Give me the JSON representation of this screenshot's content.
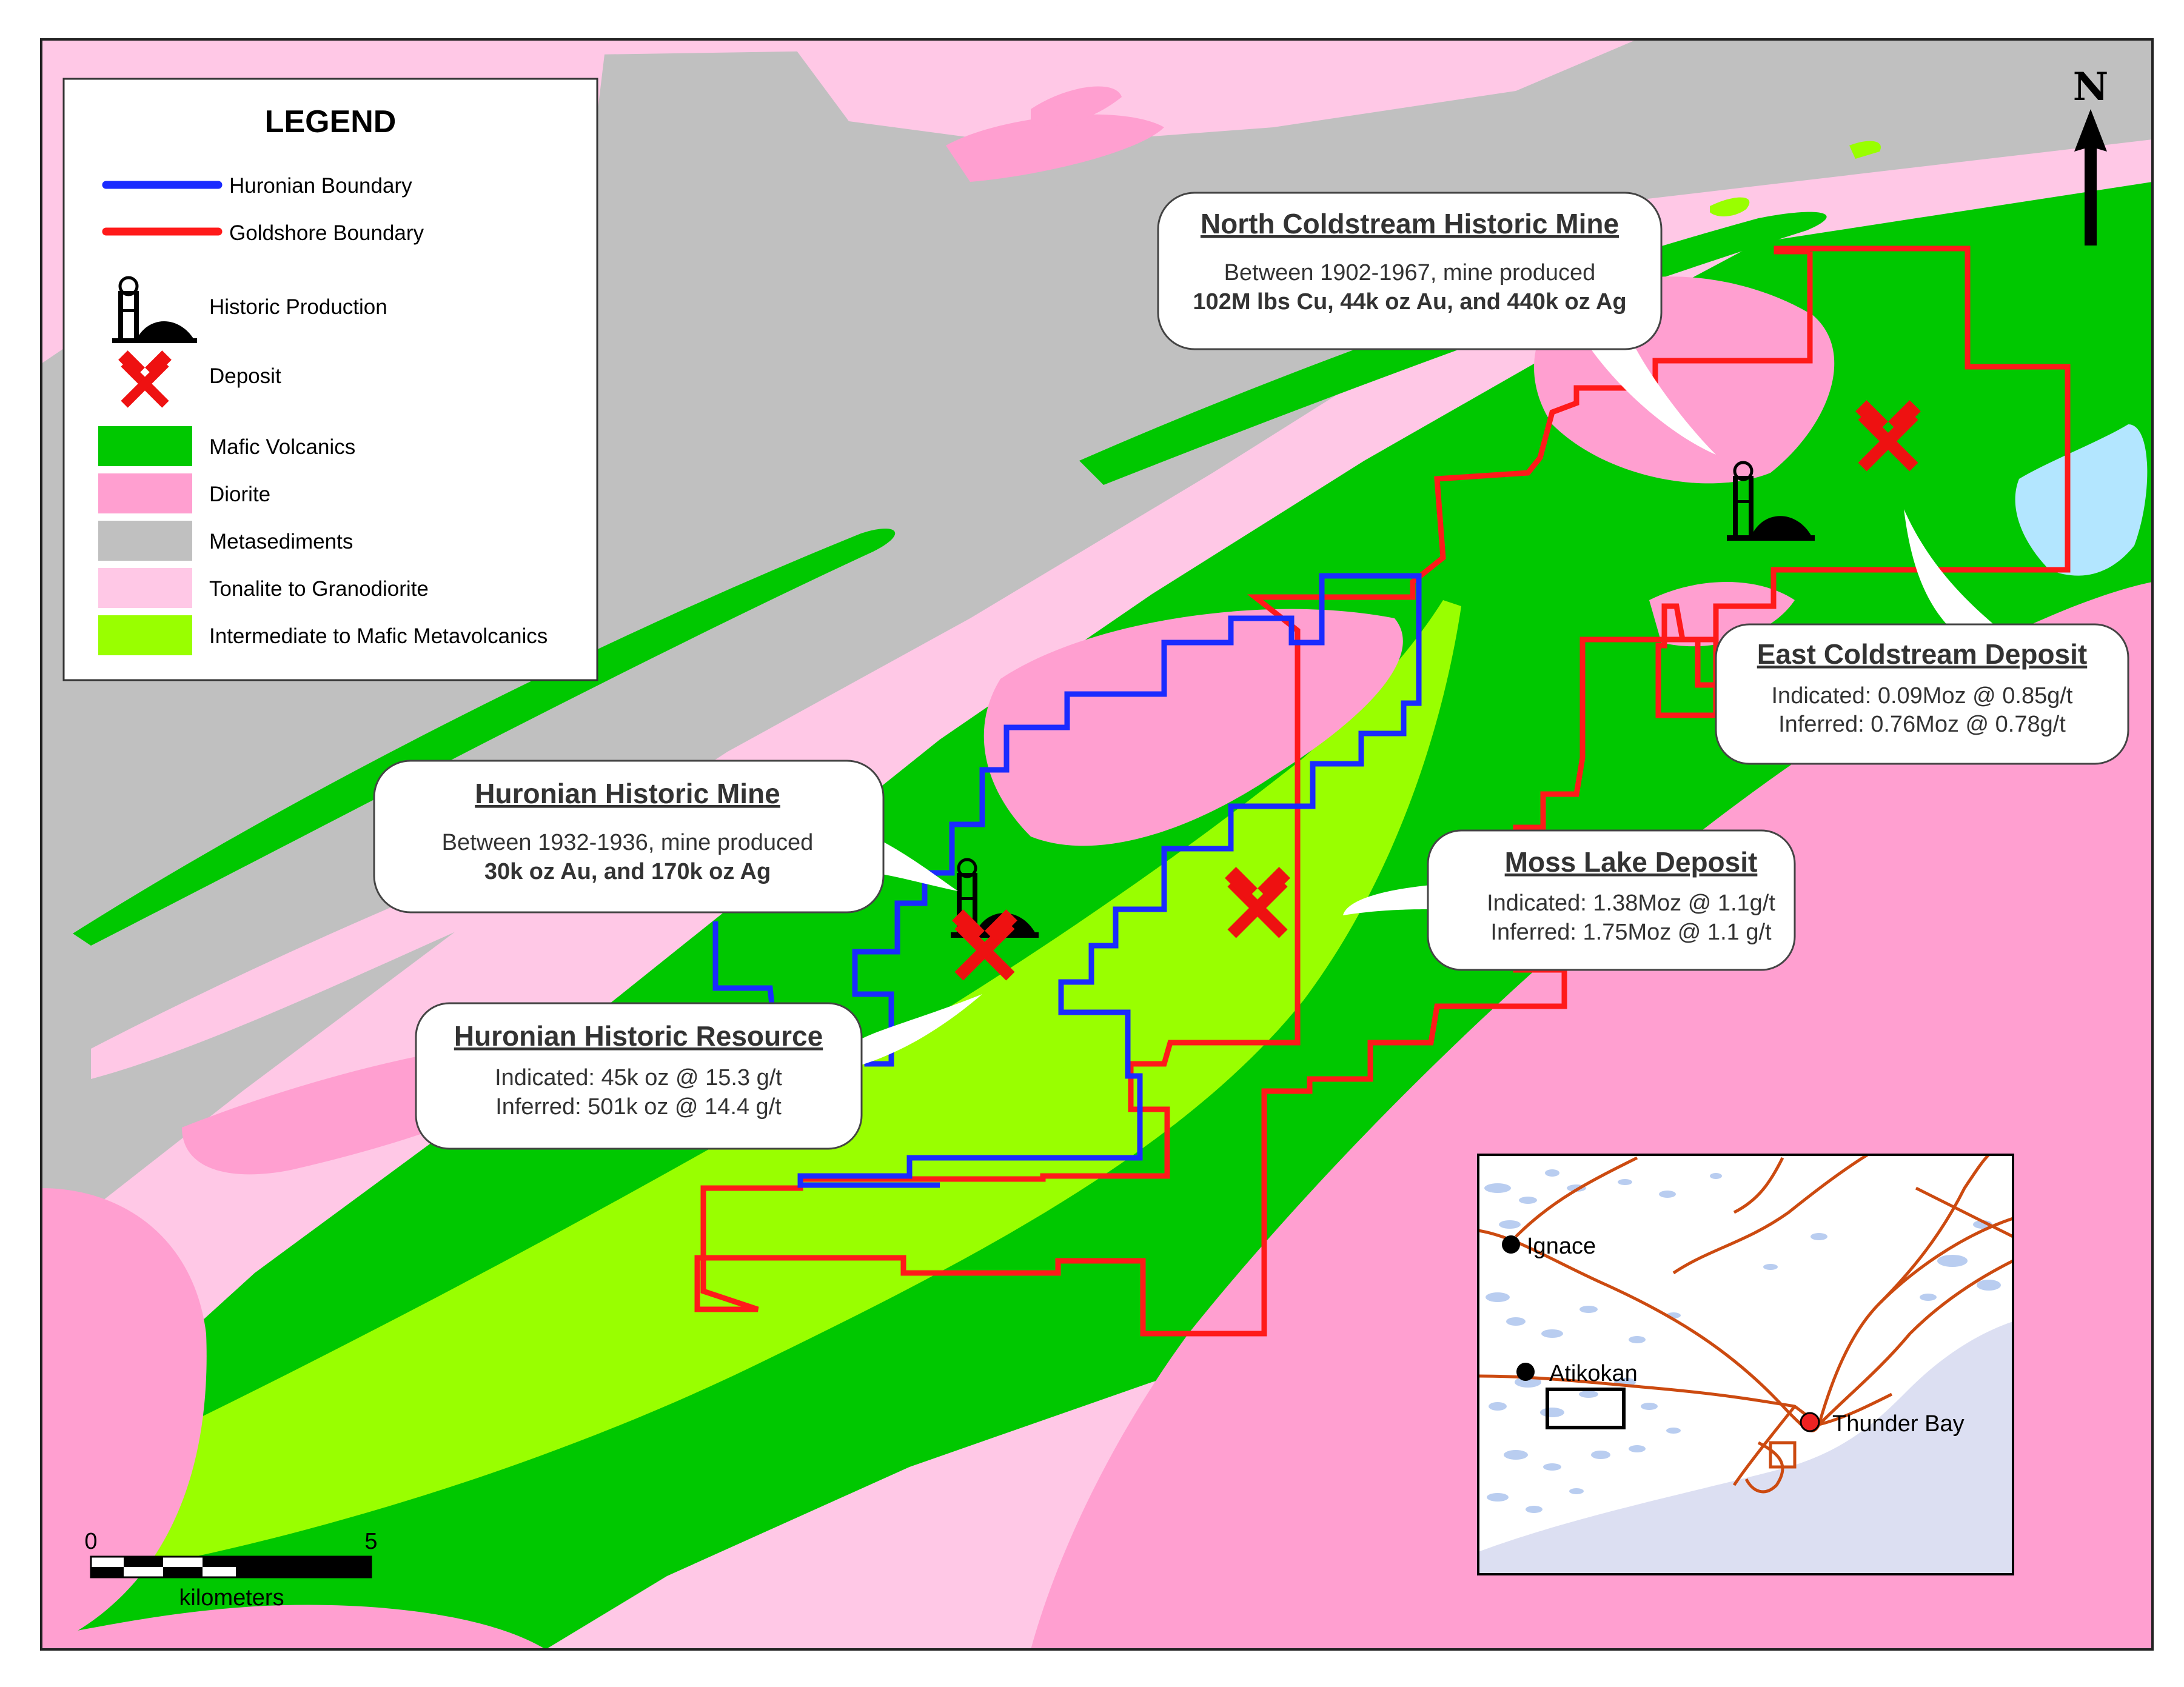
{
  "north_arrow": {
    "letter": "N"
  },
  "legend": {
    "title": "LEGEND",
    "items": [
      {
        "label": "Huronian Boundary",
        "icon": "blue-line",
        "color": "#1a2bff"
      },
      {
        "label": "Goldshore Boundary",
        "icon": "red-line",
        "color": "#ff1a1a"
      },
      {
        "label": "Historic Production",
        "icon": "headframe-icon"
      },
      {
        "label": "Deposit",
        "icon": "crossed-hammers-icon",
        "color": "#ee1111"
      },
      {
        "label": "Mafic Volcanics",
        "color": "#00c800"
      },
      {
        "label": "Diorite",
        "color": "#ff9fd0"
      },
      {
        "label": "Metasediments",
        "color": "#c0c0c0"
      },
      {
        "label": "Tonalite to Granodiorite",
        "color": "#ffc8e6"
      },
      {
        "label": "Intermediate to Mafic Metavolcanics",
        "color": "#99ff00"
      }
    ]
  },
  "callouts": {
    "north_coldstream": {
      "title": "North Coldstream Historic Mine",
      "line1": "Between 1902-1967, mine produced",
      "line2": "102M lbs Cu, 44k oz Au, and 440k oz Ag"
    },
    "east_coldstream": {
      "title": "East Coldstream Deposit",
      "line1": "Indicated: 0.09Moz @ 0.85g/t",
      "line2": "Inferred: 0.76Moz @ 0.78g/t"
    },
    "huronian_mine": {
      "title": "Huronian Historic Mine",
      "line1": "Between 1932-1936, mine produced",
      "line2": "30k oz Au, and 170k oz Ag"
    },
    "moss_lake": {
      "title": "Moss Lake Deposit",
      "line1": "Indicated: 1.38Moz @ 1.1g/t",
      "line2": "Inferred: 1.75Moz @ 1.1 g/t"
    },
    "huronian_resource": {
      "title": "Huronian Historic Resource",
      "line1": "Indicated: 45k oz @ 15.3 g/t",
      "line2": "Inferred: 501k oz @ 14.4 g/t"
    }
  },
  "scale_bar": {
    "min_label": "0",
    "max_label": "5",
    "unit": "kilometers"
  },
  "inset": {
    "towns": [
      {
        "name": "Ignace",
        "marker_color": "#000000"
      },
      {
        "name": "Atikokan",
        "marker_color": "#000000"
      },
      {
        "name": "Thunder Bay",
        "marker_color": "#ee2222"
      }
    ]
  },
  "colors": {
    "mafic": "#00c800",
    "diorite": "#ff9fd0",
    "metased": "#c0c0c0",
    "tonalite": "#ffc8e6",
    "intermediate": "#99ff00",
    "water": "#b3e6ff",
    "huronian": "#1a2bff",
    "goldshore": "#ff1a1a",
    "road": "#cc4a10",
    "lake_inset": "#b9cdf0",
    "superior": "#dcdff2"
  }
}
